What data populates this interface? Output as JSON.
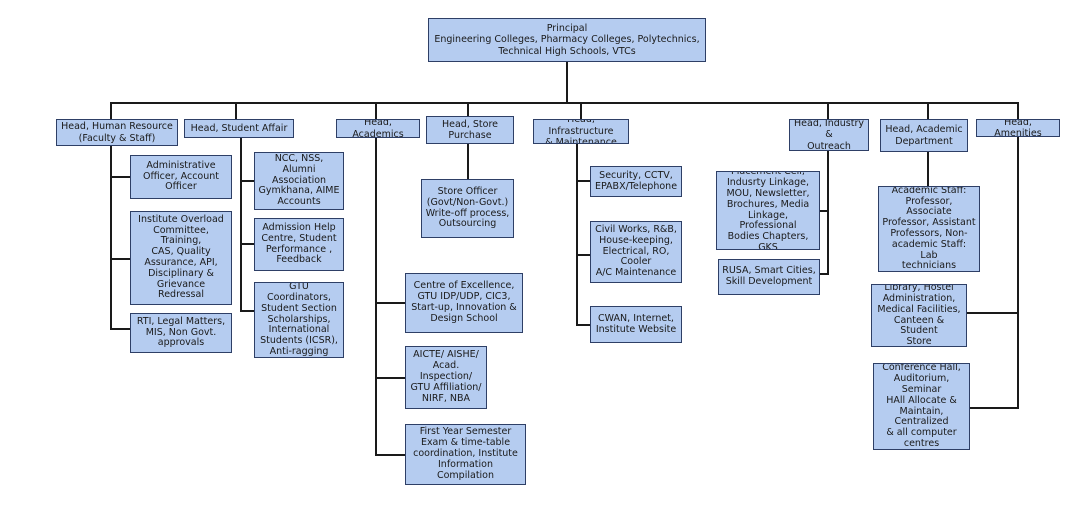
{
  "principal": "Principal\nEngineering Colleges, Pharmacy Colleges, Polytechnics,\nTechnical High Schools, VTCs",
  "heads": {
    "hr": "Head, Human Resource\n(Faculty & Staff)",
    "student_affair": "Head, Student Affair",
    "academics": "Head, Academics",
    "store_purchase": "Head, Store\nPurchase",
    "infrastructure": "Head, Infrastructure\n& Maintenance",
    "industry_outreach": "Head, Industry &\nOutreach",
    "academic_department": "Head, Academic\nDepartment",
    "amenities": "Head, Amenities"
  },
  "children": {
    "hr": [
      "Administrative\nOfficer, Account\nOfficer",
      "Institute Overload\nCommittee, Training,\nCAS, Quality\nAssurance, API,\nDisciplinary &\nGrievance Redressal",
      "RTI, Legal Matters,\nMIS, Non Govt.\napprovals"
    ],
    "student_affair": [
      "NCC, NSS, Alumni\nAssociation\nGymkhana,  AIME\nAccounts",
      "Admission Help\nCentre, Student\nPerformance ,\nFeedback",
      "GTU Coordinators,\nStudent Section\nScholarships,\nInternational\nStudents (ICSR),\nAnti-ragging"
    ],
    "academics": [
      "Centre of Excellence,\nGTU IDP/UDP, CIC3,\nStart-up, Innovation &\nDesign School",
      "AICTE/ AISHE/\nAcad. Inspection/\nGTU Affiliation/\nNIRF, NBA",
      "First Year Semester\nExam & time-table\ncoordination, Institute\nInformation Compilation"
    ],
    "store_purchase": [
      "Store Officer\n(Govt/Non-Govt.)\nWrite-off process,\nOutsourcing"
    ],
    "infrastructure": [
      "Security, CCTV,\nEPABX/Telephone",
      "Civil Works, R&B,\nHouse-keeping,\nElectrical, RO, Cooler\nA/C Maintenance",
      "CWAN, Internet,\nInstitute Website"
    ],
    "industry_outreach": [
      "Placement Cell,\nIndusrty Linkage,\nMOU, Newsletter,\nBrochures, Media\nLinkage, Professional\nBodies Chapters, GKS",
      "RUSA, Smart Cities,\nSkill Development"
    ],
    "academic_department": [
      "Academic Staff:\nProfessor, Associate\nProfessor, Assistant\nProfessors, Non-\nacademic Staff: Lab\ntechnicians",
      "Library, Hostel\nAdministration,\nMedical Facilities,\nCanteen & Student\nStore",
      "Conference Hall,\nAuditorium, Seminar\nHAll Allocate &\nMaintain, Centralized\n& all computer\ncentres"
    ]
  },
  "colors": {
    "box_fill": "#b5ccf0",
    "box_border": "#2e3f66",
    "connector": "#1a1a1a"
  }
}
